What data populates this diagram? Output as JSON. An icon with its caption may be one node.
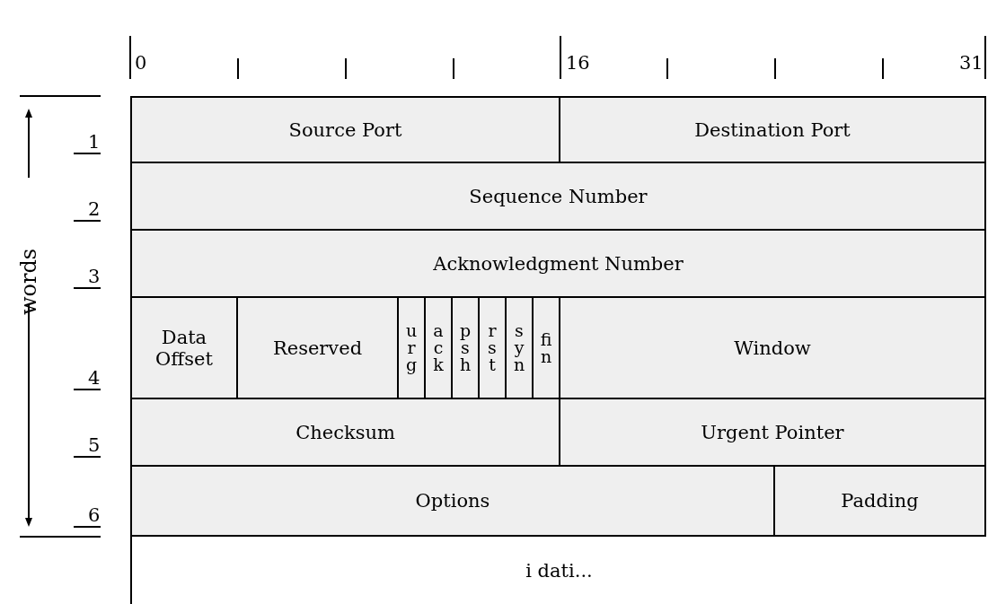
{
  "diagram": {
    "nodes": [
      {
        "text": [
          "Source Port"
        ]
      },
      {
        "text": [
          "Destination Port"
        ]
      },
      {
        "text": [
          "Sequence Number"
        ]
      },
      {
        "text": [
          "Acknowledgment Number"
        ]
      },
      {
        "text": [
          "Data Offset"
        ]
      },
      {
        "text": [
          "Reserved"
        ]
      },
      {
        "text": [
          "urg"
        ]
      },
      {
        "text": [
          "ack"
        ]
      },
      {
        "text": [
          "psh"
        ]
      },
      {
        "text": [
          "rst"
        ]
      },
      {
        "text": [
          "syn"
        ]
      },
      {
        "text": [
          "fin"
        ]
      },
      {
        "text": [
          "Window"
        ]
      },
      {
        "text": [
          "Checksum"
        ]
      },
      {
        "text": [
          "Urgent Pointer"
        ]
      },
      {
        "text": [
          "Options"
        ]
      },
      {
        "text": [
          "Padding"
        ]
      },
      {
        "text": [
          "i dati..."
        ]
      }
    ],
    "edges": [],
    "labels": [
      "0",
      "16",
      "31",
      "words",
      "1",
      "2",
      "3",
      "4",
      "5",
      "6"
    ]
  }
}
